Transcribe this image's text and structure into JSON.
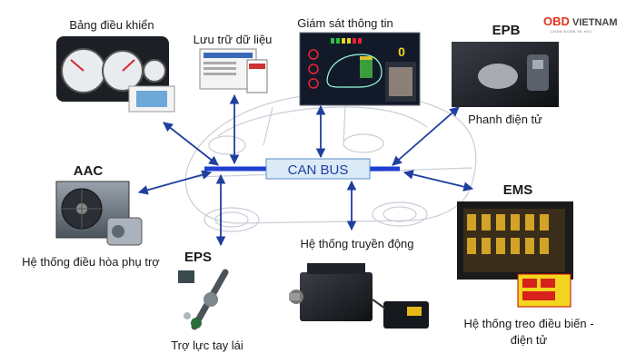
{
  "logo": {
    "brand_a": "OBD",
    "brand_b": "VIETNAM",
    "tagline": "CHẨN ĐOÁN XE HƠI"
  },
  "center": {
    "label": "CAN BUS"
  },
  "nodes": {
    "dashboard": {
      "label": "Bảng điều khiển"
    },
    "storage": {
      "label": "Lưu trữ dữ liệu"
    },
    "monitor": {
      "label": "Giám sát thông tin",
      "readout": "0"
    },
    "epb": {
      "code": "EPB",
      "label": "Phanh điện tử"
    },
    "aac": {
      "code": "AAC",
      "label": "Hệ thống điều hòa phụ trợ"
    },
    "ems": {
      "code": "EMS",
      "label_line1": "Hệ thống treo điều biến -",
      "label_line2": "điện tử"
    },
    "eps": {
      "code": "EPS",
      "label": "Trợ lực tay lái"
    },
    "powertrain": {
      "label": "Hệ thống truyền động"
    }
  },
  "colors": {
    "bus": "#1e3fd0",
    "arrow": "#1f3f9e",
    "can_box_fill": "#dbeaf7",
    "can_box_stroke": "#5a8fc9",
    "logo_red": "#e0331b"
  }
}
